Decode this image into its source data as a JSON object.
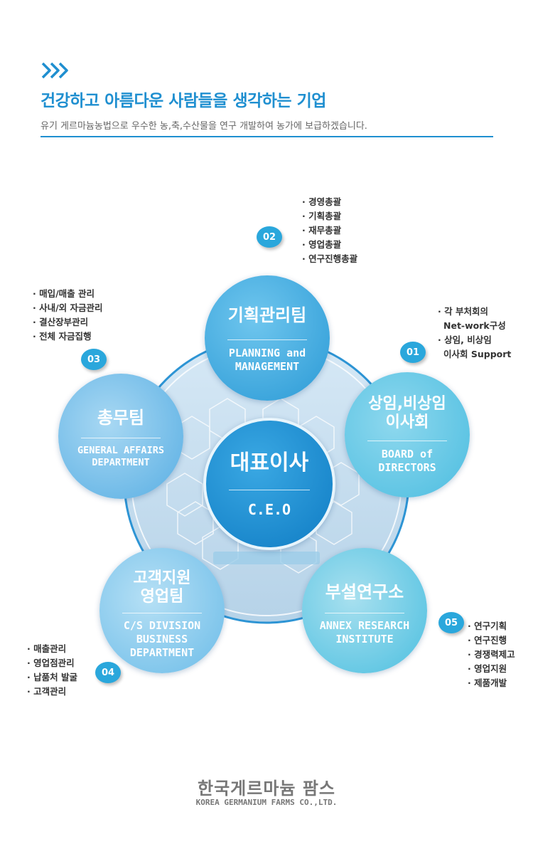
{
  "header": {
    "icon": "triple-chevron-right-icon",
    "title": "건강하고 아름다운 사람들을 생각하는 기업",
    "subtitle": "유기 게르마늄농법으로 우수한 농,축,수산물을 연구 개발하여 농가에 보급하겠습니다.",
    "accent_color": "#1f8fd0"
  },
  "org": {
    "ceo": {
      "ko": "대표이사",
      "en": "C.E.O"
    },
    "planning": {
      "ko": "기획관리팀",
      "en": "PLANNING and\nMANAGEMENT",
      "number": "02",
      "duties": [
        "경영총괄",
        "기획총괄",
        "재무총괄",
        "영업총괄",
        "연구진행총괄"
      ]
    },
    "board": {
      "ko": "상임,비상임\n이사회",
      "en": "BOARD of\nDIRECTORS",
      "number": "01",
      "duties": [
        "각 부처회의",
        "Net-work구성",
        "상임, 비상임",
        "이사회 Support"
      ]
    },
    "general": {
      "ko": "총무팀",
      "en": "GENERAL AFFAIRS\nDEPARTMENT",
      "number": "03",
      "duties": [
        "매입/매출 관리",
        "사내/외 자금관리",
        "결산장부관리",
        "전체 자금집행"
      ]
    },
    "cs": {
      "ko": "고객지원\n영업팀",
      "en": "C/S DIVISION\nBUSINESS\nDEPARTMENT",
      "number": "04",
      "duties": [
        "매출관리",
        "영업점관리",
        "납품처 발굴",
        "고객관리"
      ]
    },
    "annex": {
      "ko": "부설연구소",
      "en": "ANNEX RESEARCH\nINSTITUTE",
      "number": "05",
      "duties": [
        "연구기획",
        "연구진행",
        "경쟁력제고",
        "영업지원",
        "제품개발"
      ]
    }
  },
  "footer": {
    "company_ko": "한국게르마늄 팜스",
    "company_en": "KOREA GERMANIUM FARMS CO.,LTD."
  }
}
